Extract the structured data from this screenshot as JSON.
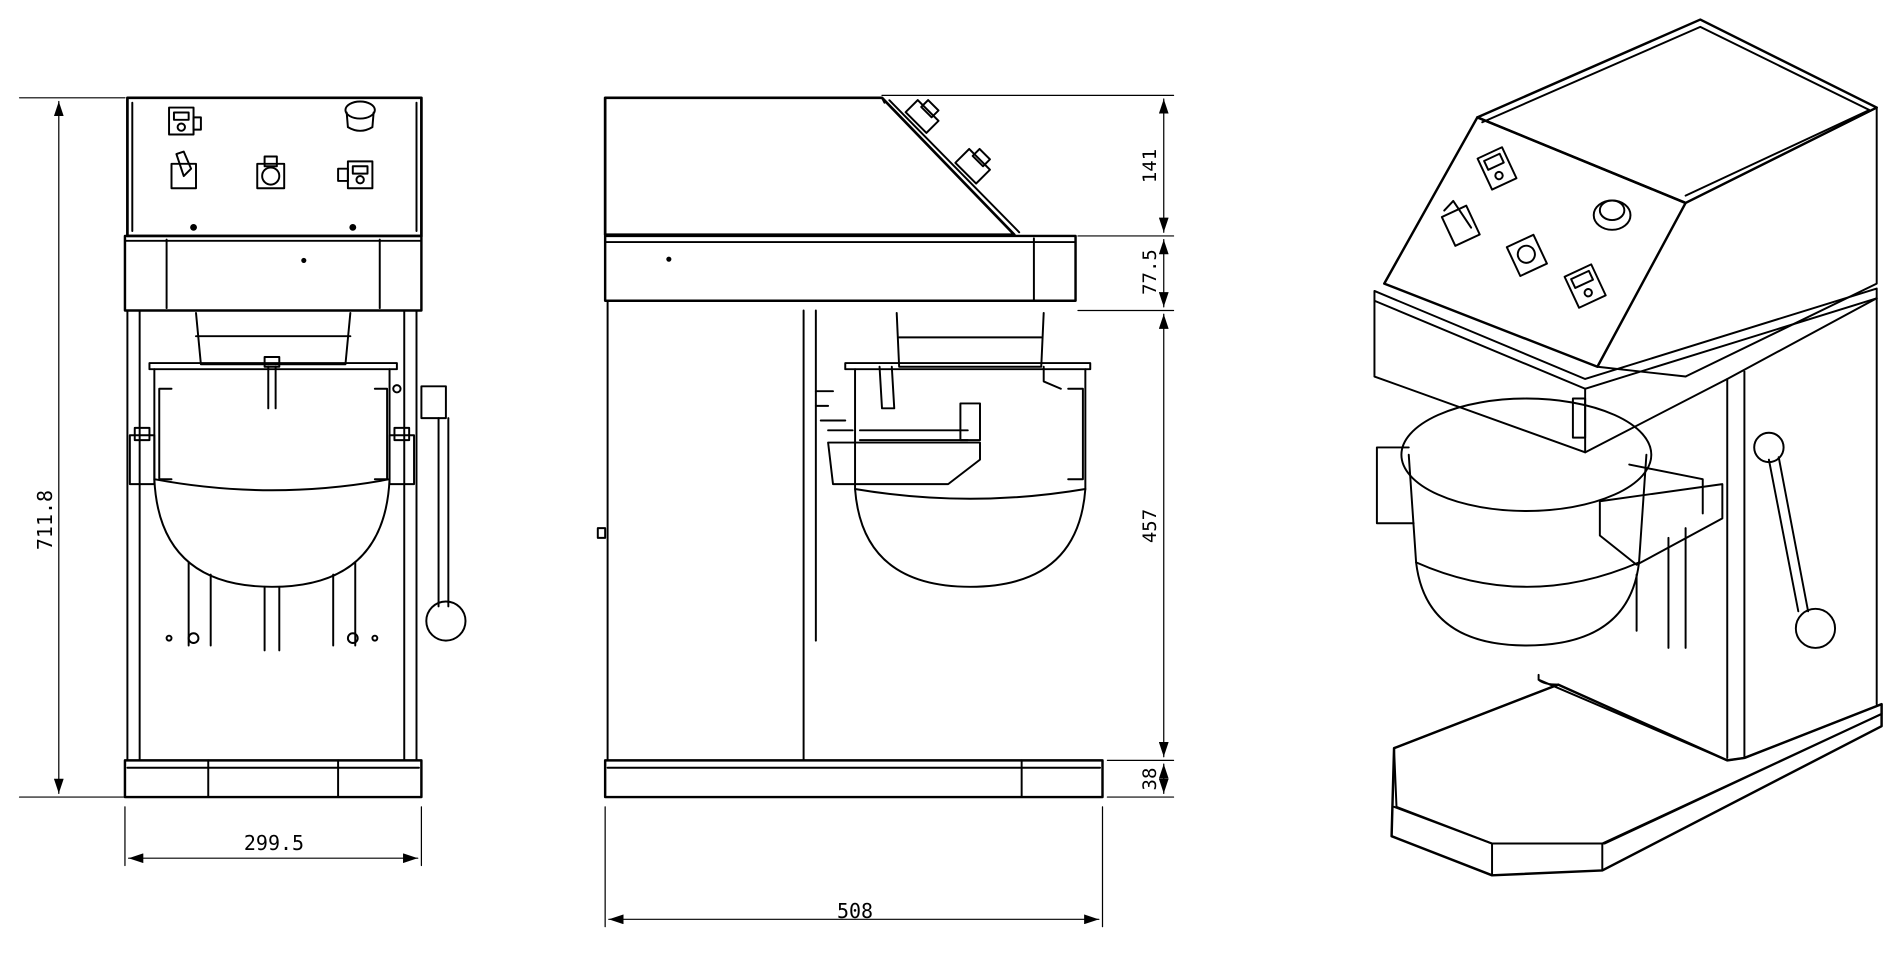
{
  "dimensions": {
    "front_height": "711.8",
    "front_width": "299.5",
    "side_width": "508",
    "side_control_height": "141",
    "side_head_height": "77.5",
    "side_column_height": "457",
    "side_base_height": "38"
  },
  "colors": {
    "line": "#000000",
    "background": "#ffffff"
  }
}
